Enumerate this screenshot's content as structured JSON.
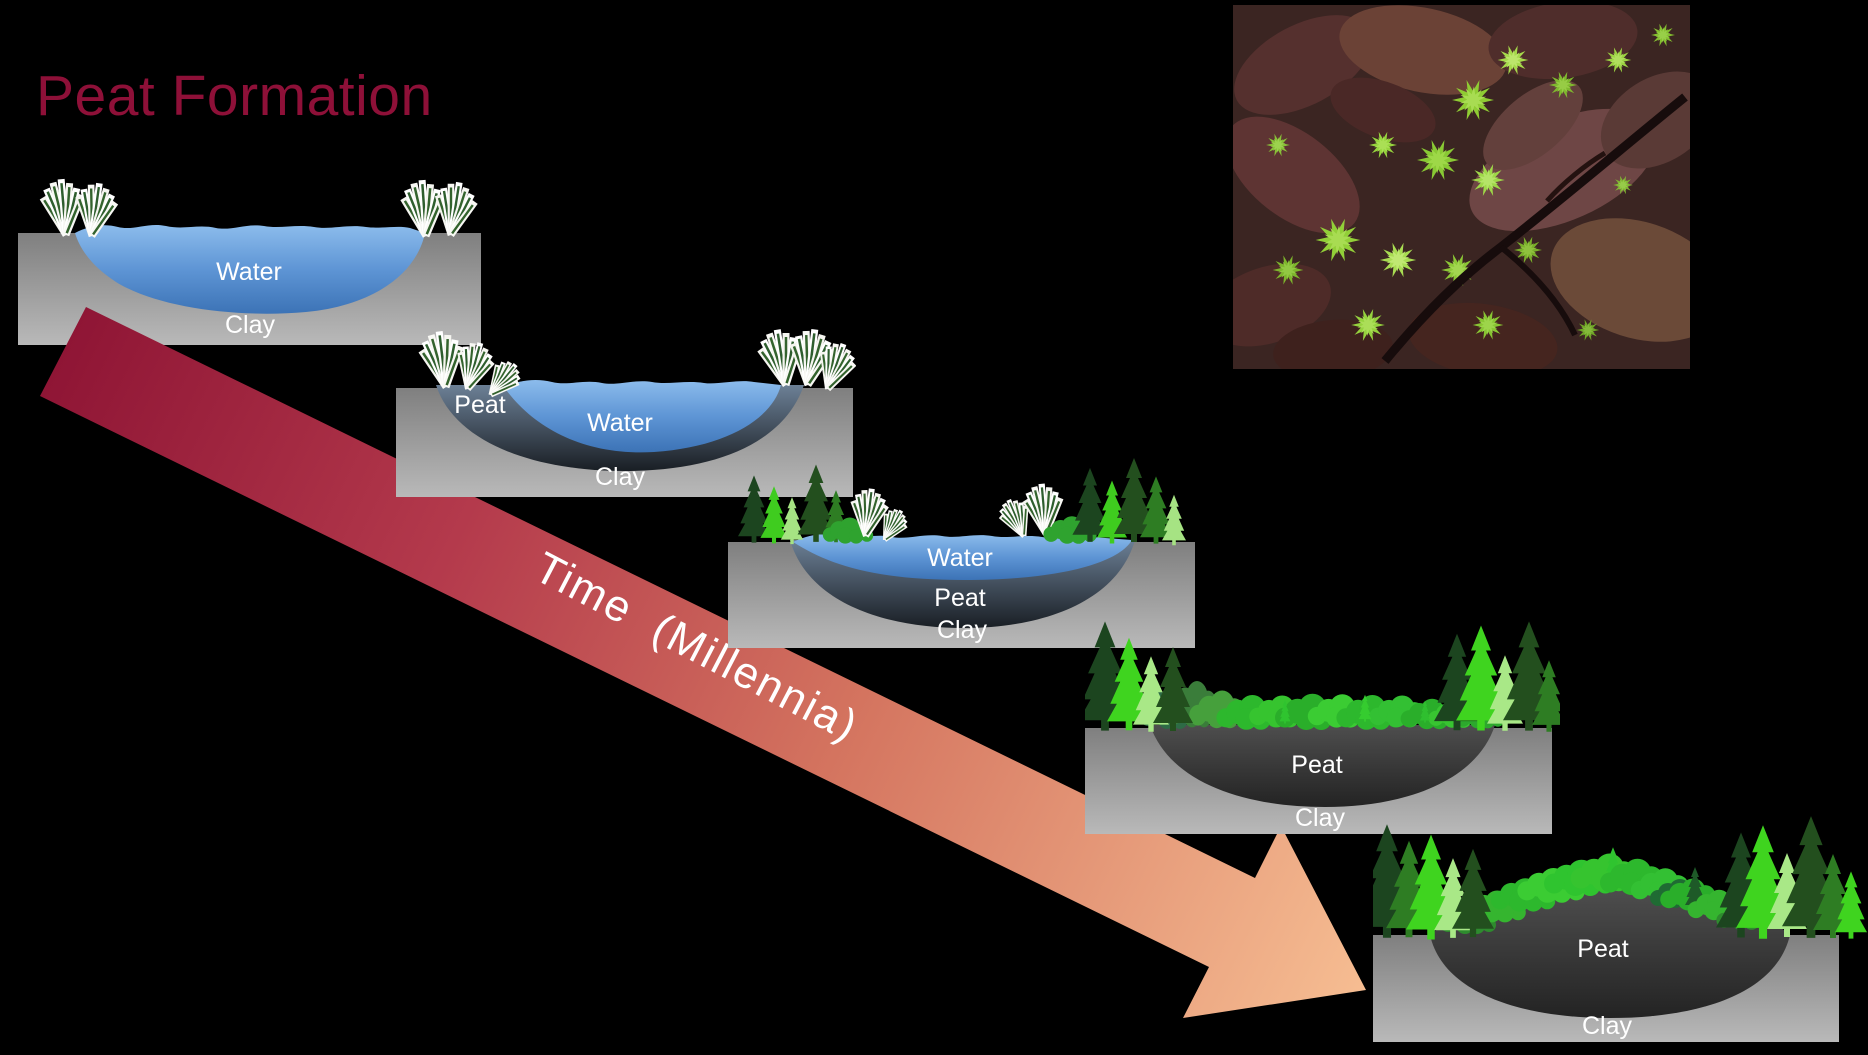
{
  "title": "Peat Formation",
  "arrow": {
    "label": "Time  (Millennia)"
  },
  "photo": {
    "content": "close-up of green sphagnum moss among wet brown leaves with dark twig"
  },
  "stages": [
    {
      "name": "stage-1-open-water",
      "labels": {
        "water": "Water",
        "clay": "Clay"
      }
    },
    {
      "name": "stage-2-peat-edges",
      "labels": {
        "peat": "Peat",
        "water": "Water",
        "clay": "Clay"
      }
    },
    {
      "name": "stage-3-peat-under-water",
      "labels": {
        "water": "Water",
        "peat": "Peat",
        "clay": "Clay"
      }
    },
    {
      "name": "stage-4-filled-basin",
      "labels": {
        "peat": "Peat",
        "clay": "Clay"
      }
    },
    {
      "name": "stage-5-raised-bog",
      "labels": {
        "peat": "Peat",
        "clay": "Clay"
      }
    }
  ],
  "colors": {
    "background": "#000000",
    "title": "#8E1038",
    "clay_gray_top": "#7F7F7F",
    "clay_gray_bottom": "#B9B9B9",
    "water_top": "#8CBCEC",
    "water_bottom": "#3C73B6",
    "peat_wet_top": "#6C8096",
    "peat_wet_bottom": "#191E24",
    "peat_dry": "#3A3A3A",
    "arrow_start": "#8F1535",
    "arrow_end": "#F6BD92",
    "label_text": "#FFFFFF"
  }
}
